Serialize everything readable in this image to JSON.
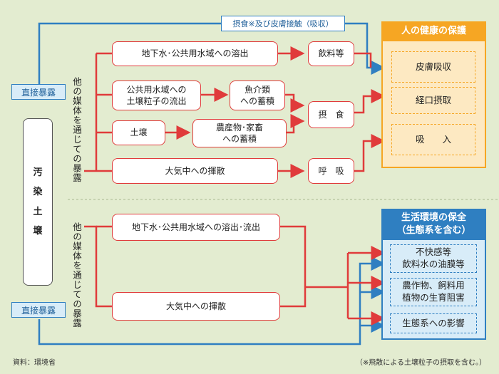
{
  "source": {
    "name": "汚\n染\n土\n壌",
    "direct_top": "直接暴露",
    "direct_bottom": "直接暴露",
    "via_media_top": "他の媒体を通じての暴露",
    "via_media_bottom": "他の媒体を通じての暴露"
  },
  "top_label": "摂食※及び皮膚接触（吸収）",
  "upper_paths": {
    "groundwater": "地下水･公共用水域への溶出",
    "soil_runoff": "公共用水域への\n土壌粒子の流出",
    "soil": "土壌",
    "atmosphere": "大気中への揮散",
    "drinking": "飲料等",
    "fish": "魚介類\nへの蓄積",
    "crops": "農産物･家畜\nへの蓄積",
    "ingestion": "摂　食",
    "breathing": "呼　吸"
  },
  "health": {
    "title": "人の健康の保護",
    "items": [
      "皮膚吸収",
      "経口摂取",
      "吸　　入"
    ]
  },
  "lower_paths": {
    "groundwater": "地下水･公共用水域への溶出･流出",
    "atmosphere": "大気中への揮散"
  },
  "environment": {
    "title": "生活環境の保全\n（生態系を含む）",
    "items": [
      "不快感等\n飲料水の油膜等",
      "農作物、飼料用\n植物の生育阻害",
      "生態系への影響"
    ]
  },
  "footer": {
    "source": "資料：環境省",
    "note": "（※飛散による土壌粒子の摂取を含む。）"
  },
  "colors": {
    "red": "#e03b3b",
    "blue": "#2f7fc1",
    "orange": "#f6a623",
    "health_bg": "#fde9c2",
    "env_header": "#2f7fc1",
    "env_bg": "#d8ecf8",
    "background": "#e3ecd0"
  }
}
